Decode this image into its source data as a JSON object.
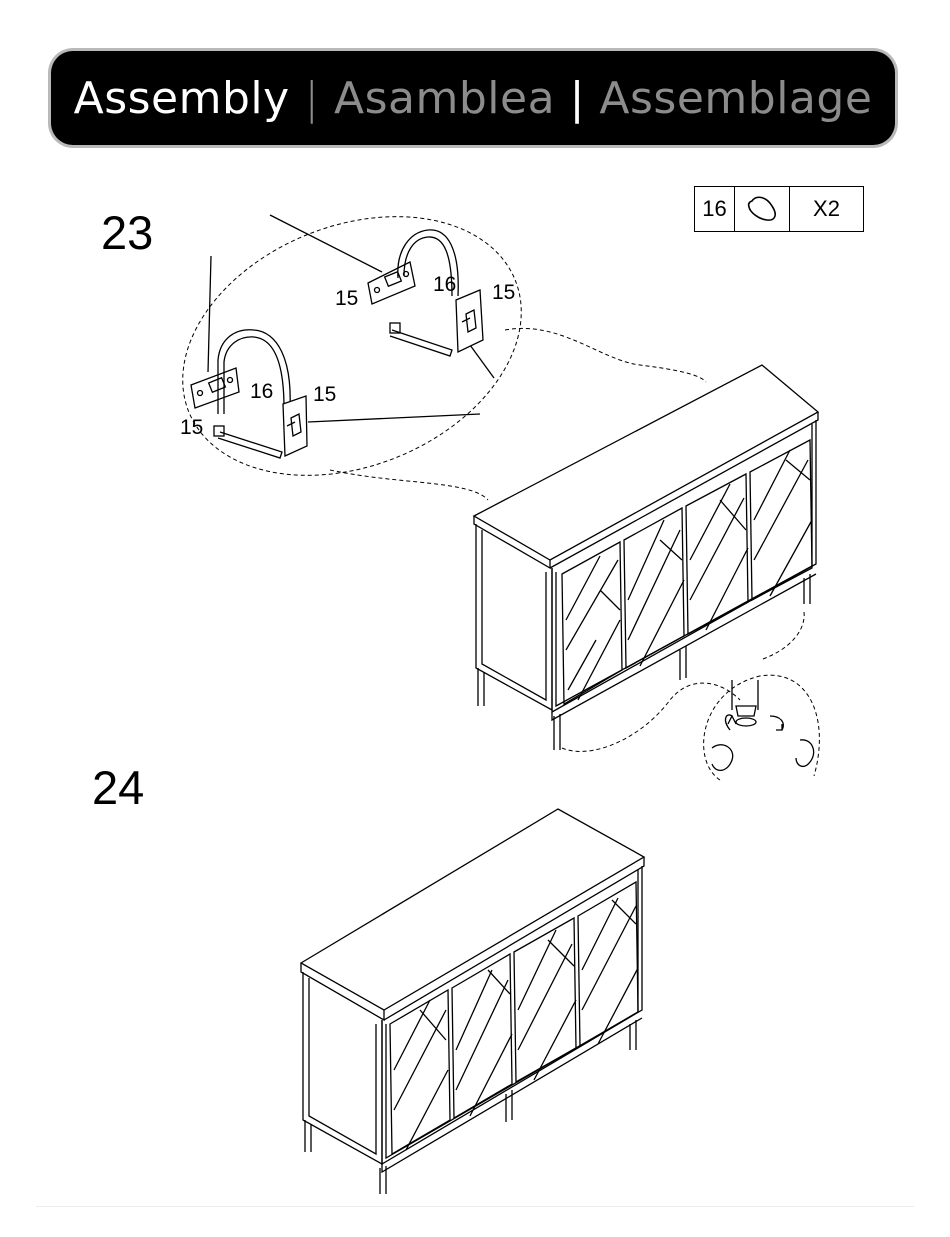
{
  "header": {
    "title_en": "Assembly",
    "separator": "|",
    "title_es": "Asamblea",
    "title_fr": "Assemblage"
  },
  "steps": [
    {
      "number": "23"
    },
    {
      "number": "24"
    }
  ],
  "parts_table": {
    "part_number": "16",
    "part_icon": "oval-strap-icon",
    "quantity": "X2"
  },
  "callouts": {
    "upper_left_15": "15",
    "upper_16": "16",
    "upper_right_15": "15",
    "lower_left_15": "15",
    "lower_16": "16",
    "lower_right_15": "15"
  }
}
